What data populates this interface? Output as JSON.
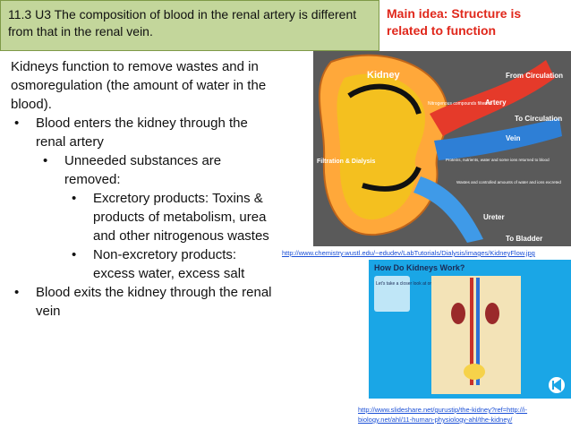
{
  "slide": {
    "title": "11.3 U3 The composition of blood in the renal artery is different from that in the renal vein.",
    "main_idea": "Main idea: Structure is related to function",
    "intro": "Kidneys function to remove wastes and in osmoregulation (the amount of water in the blood).",
    "bullets": {
      "b1": "Blood enters the kidney through the renal artery",
      "b1_1": "Unneeded substances are removed:",
      "b1_1_1": "Excretory products: Toxins & products of metabolism, urea and other nitrogenous wastes",
      "b1_1_2": "Non-excretory products: excess water, excess salt",
      "b2": "Blood exits the kidney through the renal vein"
    },
    "bullet_glyph": "•"
  },
  "figure1": {
    "label_kidney": "Kidney",
    "label_from_circulation": "From Circulation",
    "label_artery": "Artery",
    "label_to_circulation": "To Circulation",
    "label_vein": "Vein",
    "label_filtration": "Filtration & Dialysis",
    "label_ureter": "Ureter",
    "label_to_bladder": "To Bladder",
    "note_1": "Nitrogenous compounds filtered",
    "note_2": "Proteins, nutrients, water and some ions returned to blood",
    "note_3": "Wastes and controlled amounts of water and ions excreted",
    "caption": "http://www.chemistry.wustl.edu/~edudev/LabTutorials/Dialysis/images/KidneyFlow.jpg"
  },
  "figure2": {
    "header": "How Do Kidneys Work?",
    "bubble": "Let's take a closer look at one of the kidneys...",
    "caption_line1": "http://www.slideshare.net/gurustip/the-kidney?ref=http://i-",
    "caption_line2": "biology.net/ahl/11-human-physiology-ahl/the-kidney/"
  },
  "colors": {
    "title_bg": "#c3d69b",
    "main_idea_text": "#e0271b",
    "link": "#1a4fd6",
    "fig2_bg": "#1aa6e6",
    "fig2_panel": "#f3e3b7"
  },
  "icons": {
    "nav": "skip-back-icon"
  }
}
